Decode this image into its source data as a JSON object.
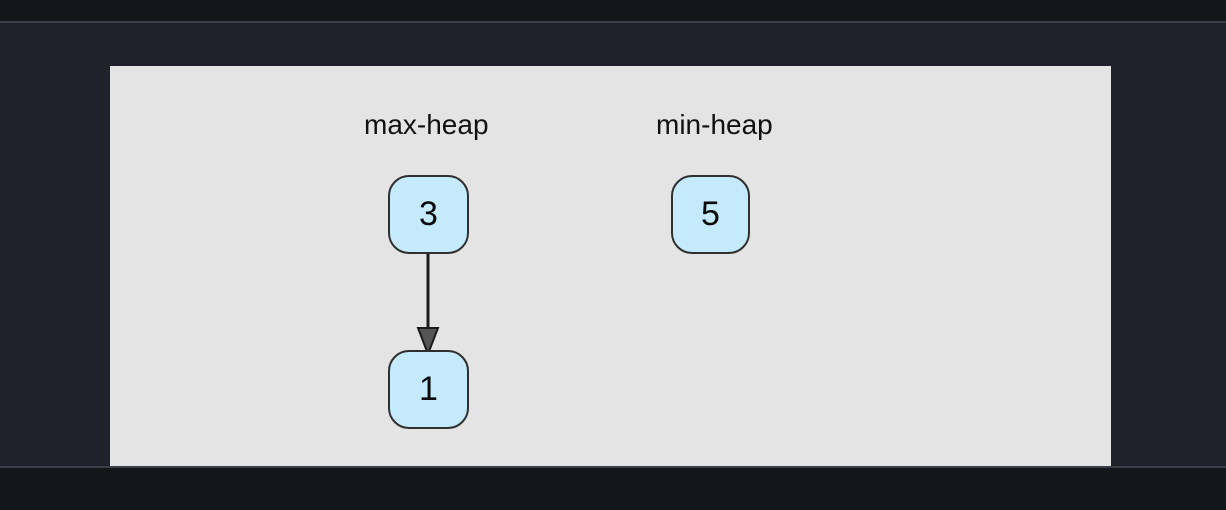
{
  "window": {
    "background_color": "#15161c",
    "content_background_color": "#20212a",
    "divider_color": "#3b3e48"
  },
  "diagram": {
    "canvas_background_color": "#e4e4e4",
    "node_fill_color": "#c5eafb",
    "node_border_color": "#2f2f2f",
    "edge_color": "#1b1b1b",
    "arrowhead_fill_color": "#555555",
    "groups": [
      {
        "id": "max-heap",
        "label": "max-heap",
        "nodes": [
          {
            "id": "maxheap-node-3",
            "value": "3"
          },
          {
            "id": "maxheap-node-1",
            "value": "1"
          }
        ],
        "edges": [
          {
            "from": "3",
            "to": "1"
          }
        ]
      },
      {
        "id": "min-heap",
        "label": "min-heap",
        "nodes": [
          {
            "id": "minheap-node-5",
            "value": "5"
          }
        ],
        "edges": []
      }
    ]
  }
}
